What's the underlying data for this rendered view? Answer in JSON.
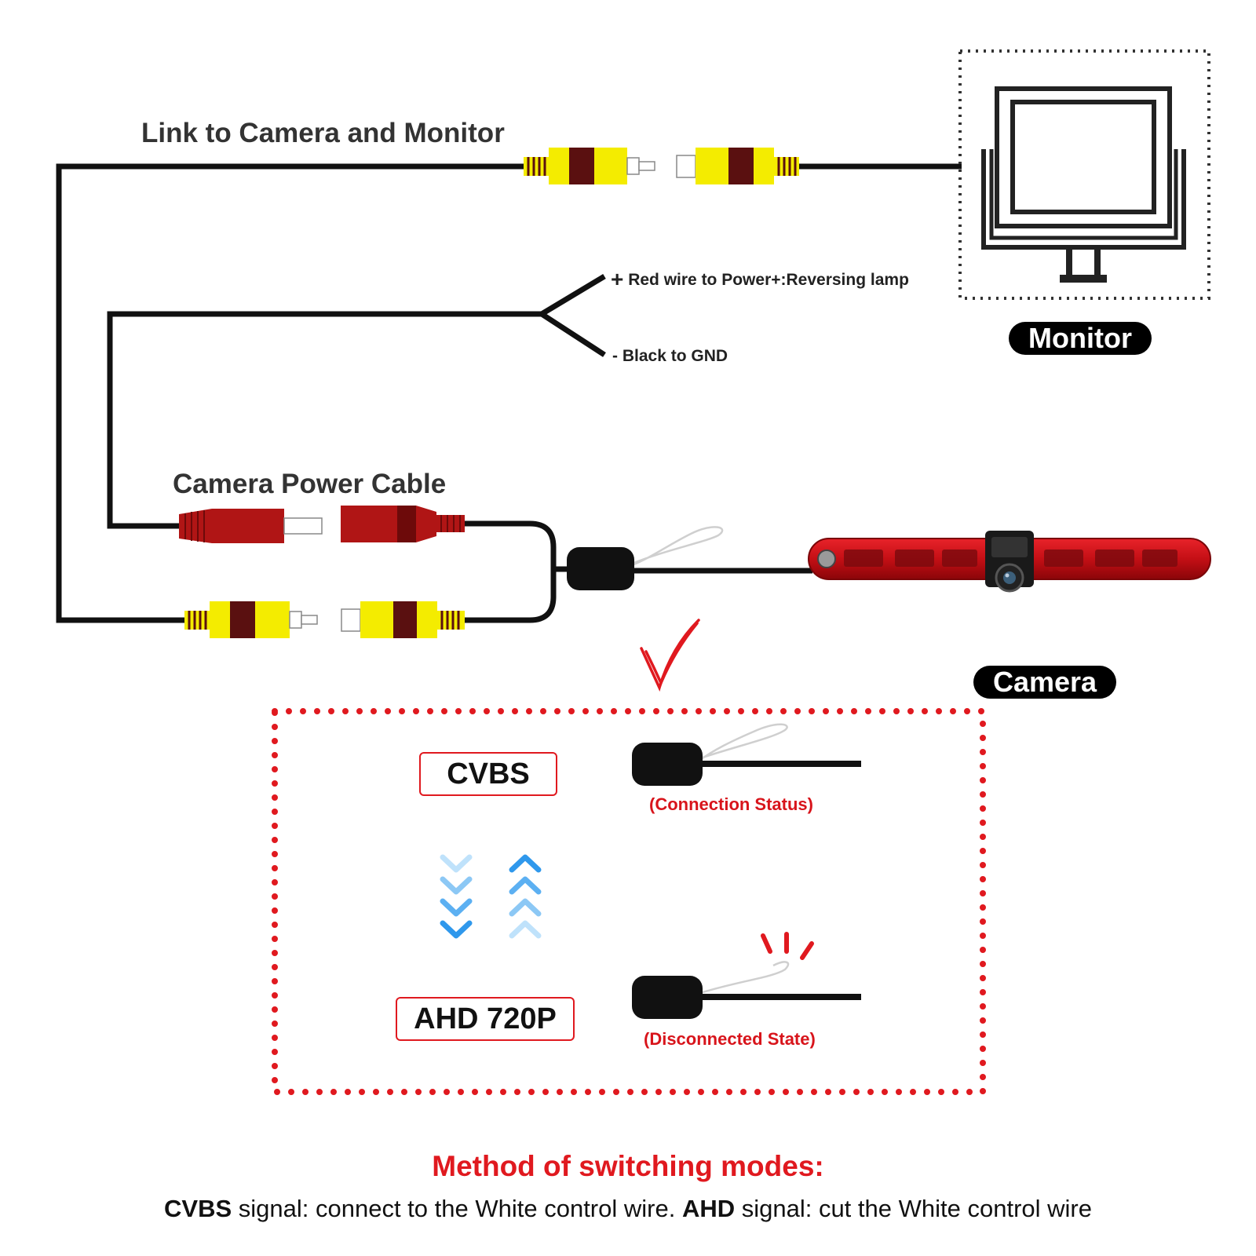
{
  "labels": {
    "link": "Link to Camera and Monitor",
    "red_wire": "Red wire to Power+:Reversing lamp",
    "black_wire": "Black to GND",
    "power_cable": "Camera Power Cable",
    "monitor": "Monitor",
    "camera": "Camera"
  },
  "modes": {
    "cvbs": "CVBS",
    "ahd": "AHD 720P",
    "connected": "(Connection Status)",
    "disconnected": "(Disconnected State)"
  },
  "method": {
    "title": "Method of switching modes:",
    "cvbs_bold": "CVBS",
    "cvbs_text": " signal: connect to the White control wire. ",
    "ahd_bold": "AHD",
    "ahd_text": " signal: cut the White control wire"
  },
  "colors": {
    "rca_yellow": "#f4ec00",
    "rca_brown": "#5a1010",
    "power_red": "#b01515",
    "accent_red": "#e0191f",
    "arrow_blue": "#3aa0f0",
    "cable": "#111111"
  },
  "icons": {
    "monitor": "monitor-icon",
    "camera": "brake-light-camera-icon",
    "check": "check-icon",
    "arrows_down": "chevrons-down-icon",
    "arrows_up": "chevrons-up-icon",
    "spark": "spark-icon"
  }
}
